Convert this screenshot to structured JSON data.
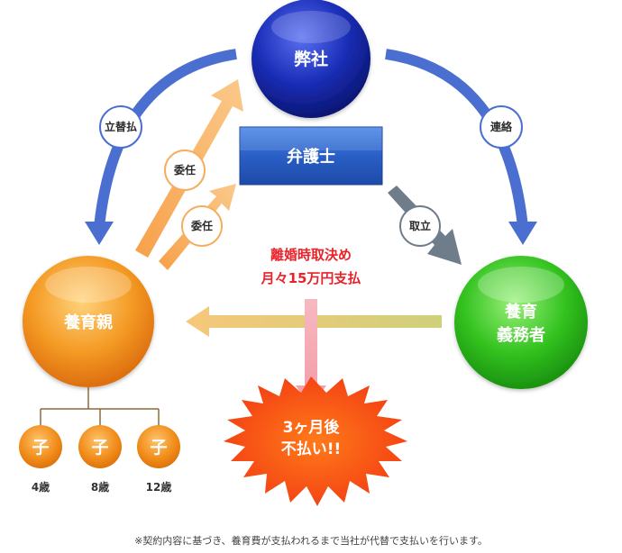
{
  "nodes": {
    "company": "弊社",
    "lawyer": "弁護士",
    "recipient": "養育親",
    "obligor_line1": "養育",
    "obligor_line2": "義務者"
  },
  "labels": {
    "advance_payment": "立替払",
    "contact": "連絡",
    "delegate_upper": "委任",
    "delegate_lower": "委任",
    "collection": "取立",
    "agreement_line1": "離婚時取決め",
    "agreement_line2": "月々15万円支払",
    "burst_line1": "3ヶ月後",
    "burst_line2": "不払い!!"
  },
  "children": {
    "label": "子",
    "ages": [
      "4歳",
      "8歳",
      "12歳"
    ]
  },
  "footnote": "※契約内容に基づき、養育費が支払われるまで当社が代替で支払いを行います。",
  "colors": {
    "blue_arrow": "#4a6fd0",
    "orange_arrow": "#f6ad5e",
    "gray_arrow": "#6f7c8a",
    "yellow_arrow": "#d9d47a",
    "pink_arrow": "#f3a5b0",
    "red_text": "#e8232a",
    "company_sphere": "#1a2eb8",
    "lawyer_box": "#2a5fc6",
    "recipient_sphere": "#f08a1a",
    "obligor_sphere": "#2cb51e",
    "child_circle": "#ee8a18"
  }
}
